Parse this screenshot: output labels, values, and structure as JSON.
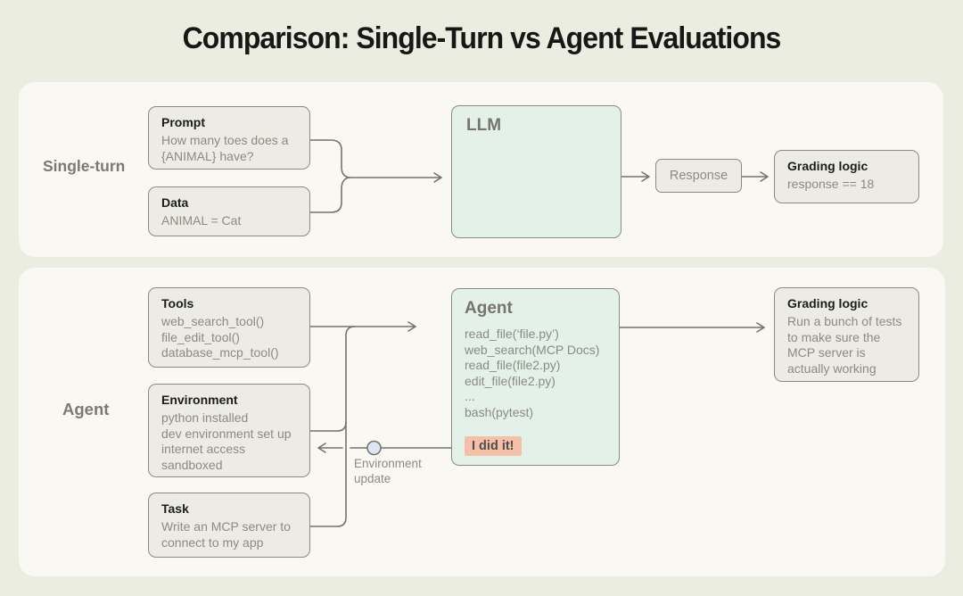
{
  "title": "Comparison: Single-Turn vs Agent Evaluations",
  "colors": {
    "background": "#EBEDE1",
    "panel": "#F9F8F2",
    "box_gray": "#ECECE4",
    "box_mint": "#E3F1E9",
    "neuron_green": "#A8E2C4",
    "success_salmon": "#F5C0A8",
    "node_blue": "#DDE7F3",
    "line_gray": "#73736C"
  },
  "single_turn": {
    "label": "Single-turn",
    "prompt": {
      "title": "Prompt",
      "lines": [
        "How many toes does a",
        "{ANIMAL} have?"
      ]
    },
    "data": {
      "title": "Data",
      "body": "ANIMAL = Cat"
    },
    "llm": {
      "title": "LLM"
    },
    "response": {
      "label": "Response"
    },
    "grading": {
      "title": "Grading logic",
      "body": "response == 18"
    }
  },
  "agent": {
    "label": "Agent",
    "tools": {
      "title": "Tools",
      "lines": [
        "web_search_tool()",
        "file_edit_tool()",
        "database_mcp_tool()"
      ]
    },
    "environment": {
      "title": "Environment",
      "lines": [
        "python installed",
        "dev environment set up",
        "internet access",
        "sandboxed"
      ]
    },
    "task": {
      "title": "Task",
      "lines": [
        "Write an MCP server to",
        "connect to my app"
      ]
    },
    "agent_box": {
      "title": "Agent",
      "lines": [
        "read_file(‘file.py’)",
        "web_search(MCP Docs)",
        "read_file(file2.py)",
        "edit_file(file2.py)",
        "...",
        "bash(pytest)"
      ],
      "success": "I did it!"
    },
    "environment_update": {
      "lines": [
        "Environment",
        "update"
      ]
    },
    "grading": {
      "title": "Grading logic",
      "lines": [
        "Run a bunch of tests",
        "to make sure the",
        "MCP server is",
        "actually working"
      ]
    }
  }
}
